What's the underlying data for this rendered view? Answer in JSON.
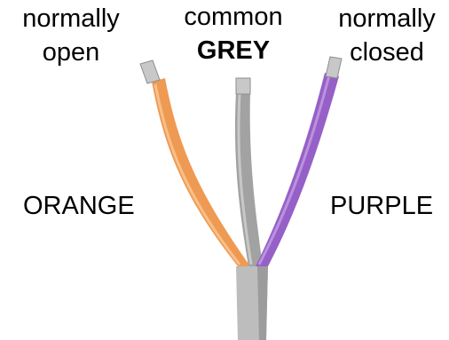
{
  "labels": {
    "normally_open": [
      "normally",
      "open"
    ],
    "common": [
      "common",
      "GREY"
    ],
    "normally_closed": [
      "normally",
      "closed"
    ],
    "orange": "ORANGE",
    "purple": "PURPLE"
  },
  "wires": [
    {
      "name": "orange",
      "color": "#EF9A52"
    },
    {
      "name": "grey",
      "color": "#A2A2A2"
    },
    {
      "name": "purple",
      "color": "#9660C8"
    }
  ],
  "colors": {
    "cable_jacket": "#B8B8B8",
    "bare_conductor": "#C8C8C8"
  }
}
